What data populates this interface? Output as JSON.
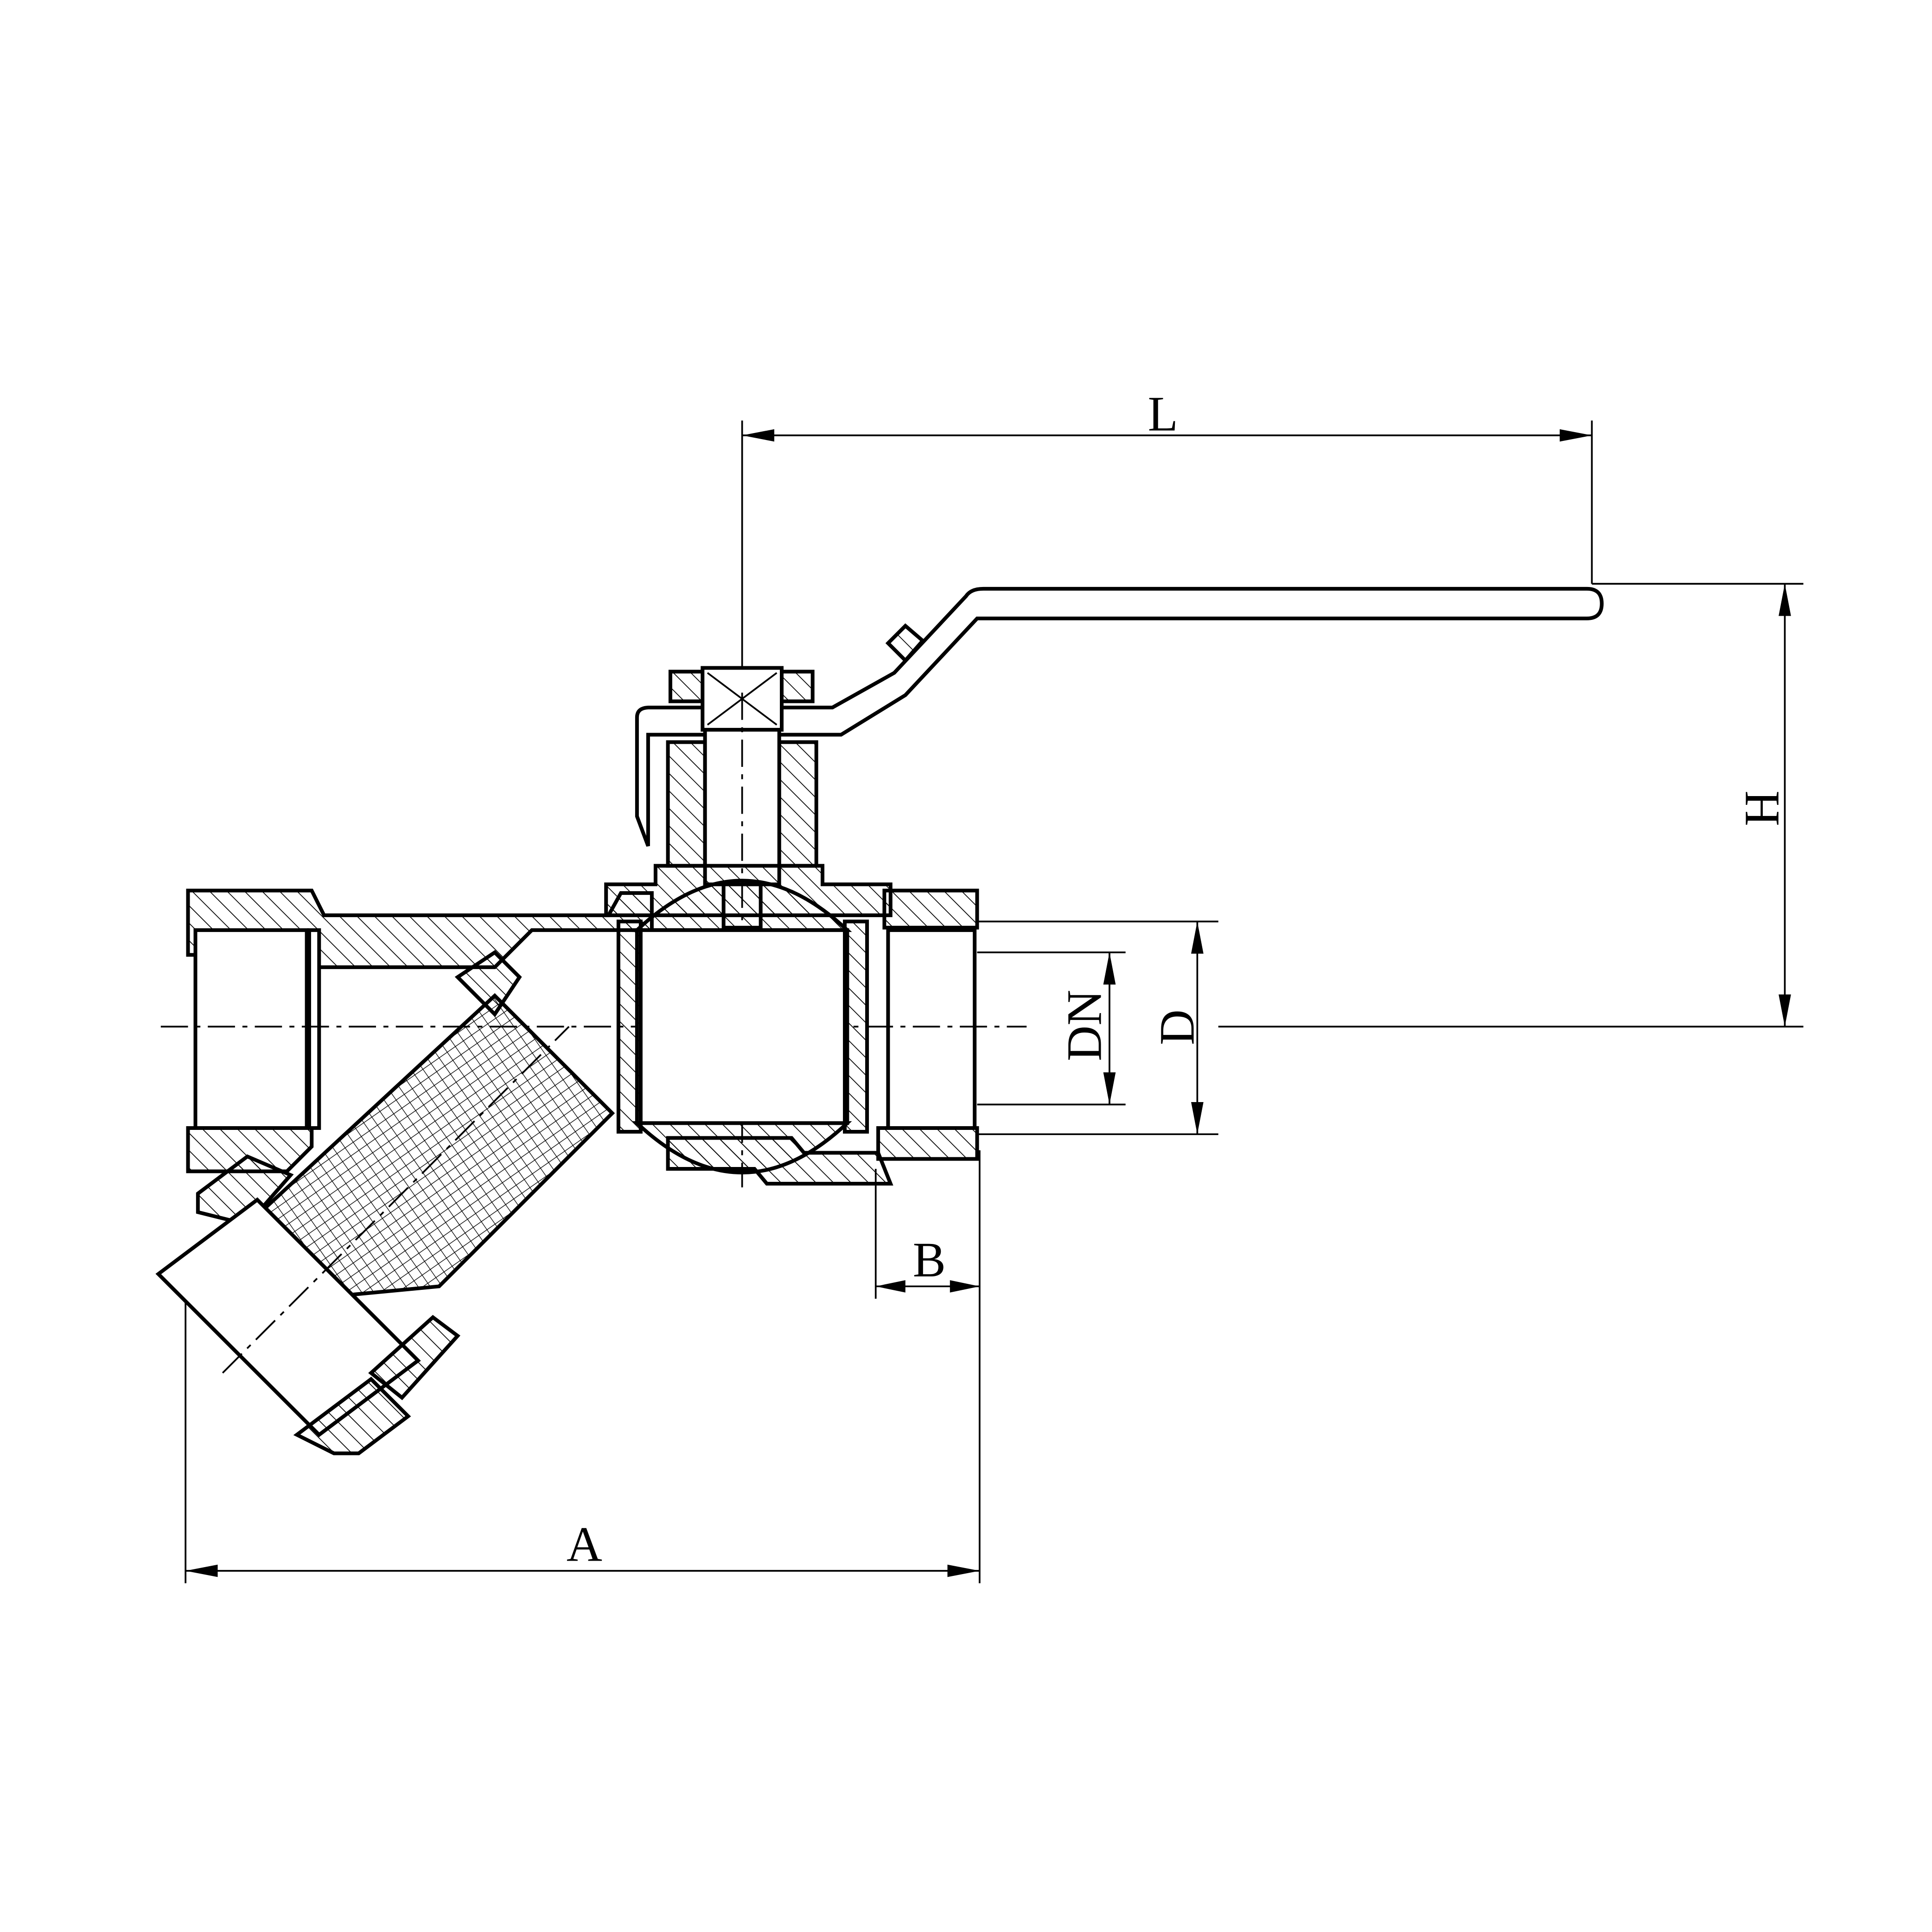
{
  "drawing": {
    "labels": {
      "L": "L",
      "H": "H",
      "DN": "DN",
      "D": "D",
      "B": "B",
      "A": "A"
    },
    "line_color": "#000000",
    "background": "#ffffff"
  }
}
